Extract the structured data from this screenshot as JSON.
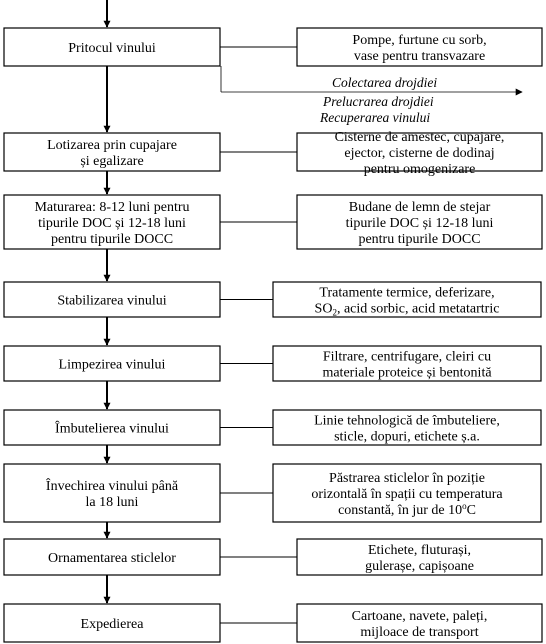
{
  "steps": [
    {
      "label": [
        "Pritocul vinului"
      ],
      "detail": [
        "Pompe, furtune cu sorb,",
        "vase pentru transvazare"
      ]
    },
    {
      "label": [
        "Lotizarea prin cupajare",
        "și egalizare"
      ],
      "detail": [
        "Cisterne de amestec, cupajare,",
        "ejector, cisterne de dodinaj",
        "pentru omogenizare"
      ]
    },
    {
      "label": [
        "Maturarea: 8-12 luni pentru",
        "tipurile DOC și 12-18 luni",
        "pentru tipurile DOCC"
      ],
      "detail": [
        "Budane de lemn de stejar",
        "tipurile DOC și 12-18 luni",
        "pentru tipurile DOCC"
      ]
    },
    {
      "label": [
        "Stabilizarea vinului"
      ],
      "detail": [
        "Tratamente termice, deferizare,",
        "SO2, acid sorbic, acid metatartric"
      ]
    },
    {
      "label": [
        "Limpezirea vinului"
      ],
      "detail": [
        "Filtrare, centrifugare, cleiri cu",
        "materiale proteice și bentonită"
      ]
    },
    {
      "label": [
        "Îmbutelierea vinului"
      ],
      "detail": [
        "Linie tehnologică de îmbuteliere,",
        "sticle, dopuri, etichete ș.a."
      ]
    },
    {
      "label": [
        "Învechirea vinului până",
        "la 18 luni"
      ],
      "detail": [
        "Păstrarea sticlelor în poziție",
        "orizontală în spații cu temperatura",
        "constantă, în jur de 10°C"
      ]
    },
    {
      "label": [
        "Ornamentarea sticlelor"
      ],
      "detail": [
        "Etichete, fluturași,",
        "gulerașe, capișoane"
      ]
    },
    {
      "label": [
        "Expedierea"
      ],
      "detail": [
        "Cartoane, navete, paleți,",
        "mijloace de transport"
      ]
    }
  ],
  "byproducts": [
    "Colectarea drojdiei",
    "Prelucrarea drojdiei",
    "Recuperarea vinului"
  ]
}
